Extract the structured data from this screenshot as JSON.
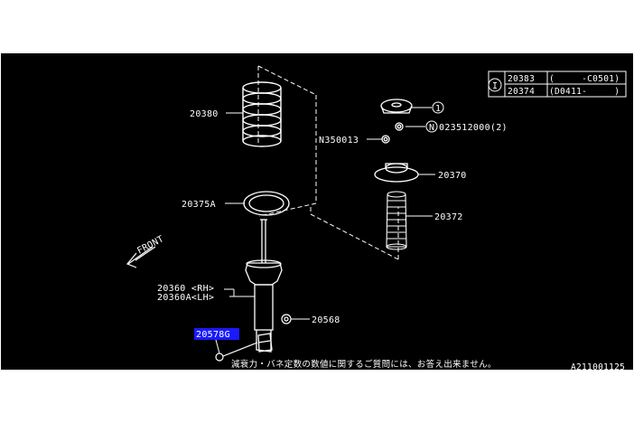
{
  "colors": {
    "background": "#000000",
    "ink": "#ffffff",
    "highlight": "#1a1aff",
    "page": "#ffffff"
  },
  "parts": {
    "spring": "20380",
    "spring_seat": "20375A",
    "strut_rh": "20360 <RH>",
    "strut_lh": "20360A<LH>",
    "bolt": "20578G",
    "nut": "20568",
    "mount": "20370",
    "boot": "20372",
    "nut_small": "N350013",
    "bolt_ref": "023512000(2)",
    "bolt_ref_prefix": "N",
    "mount_ref": "1"
  },
  "table": {
    "ref_mark": "I",
    "rows": [
      {
        "part": "20383",
        "range": "(     -C0501)"
      },
      {
        "part": "20374",
        "range": "(D0411-     )"
      }
    ]
  },
  "front_label": "FRONT",
  "note": "減衰力・バネ定数の数値に関するご質問には、お答え出来ません。",
  "diagram_code": "A211001125"
}
